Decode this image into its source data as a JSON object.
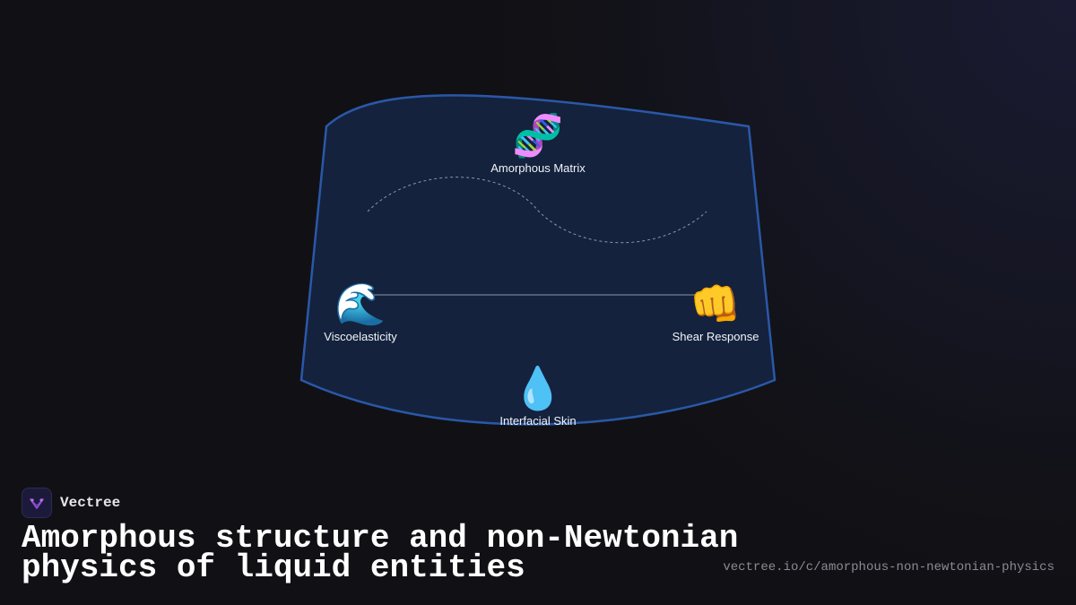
{
  "brand": {
    "name": "Vectree",
    "logo_icon": "v-tree-icon"
  },
  "title": "Amorphous structure and non-Newtonian physics of liquid entities",
  "url": "vectree.io/c/amorphous-non-newtonian-physics",
  "diagram": {
    "nodes": [
      {
        "id": "matrix",
        "emoji": "🧬",
        "icon": "dna-icon",
        "label": "Amorphous Matrix"
      },
      {
        "id": "visco",
        "emoji": "🌊",
        "icon": "wave-icon",
        "label": "Viscoelasticity"
      },
      {
        "id": "shear",
        "emoji": "👊",
        "icon": "fist-icon",
        "label": "Shear Response"
      },
      {
        "id": "skin",
        "emoji": "💧",
        "icon": "droplet-icon",
        "label": "Interfacial Skin"
      }
    ],
    "edges": [
      {
        "from": "visco",
        "to": "shear",
        "style": "solid"
      },
      {
        "from": "visco",
        "to": "shear",
        "style": "dashed-wave"
      }
    ]
  },
  "colors": {
    "background": "#111115",
    "shape_fill": "#14223d",
    "shape_stroke": "#2a58a8",
    "edge": "#8d97a8",
    "text": "#ffffff",
    "url": "#8a8a92"
  }
}
